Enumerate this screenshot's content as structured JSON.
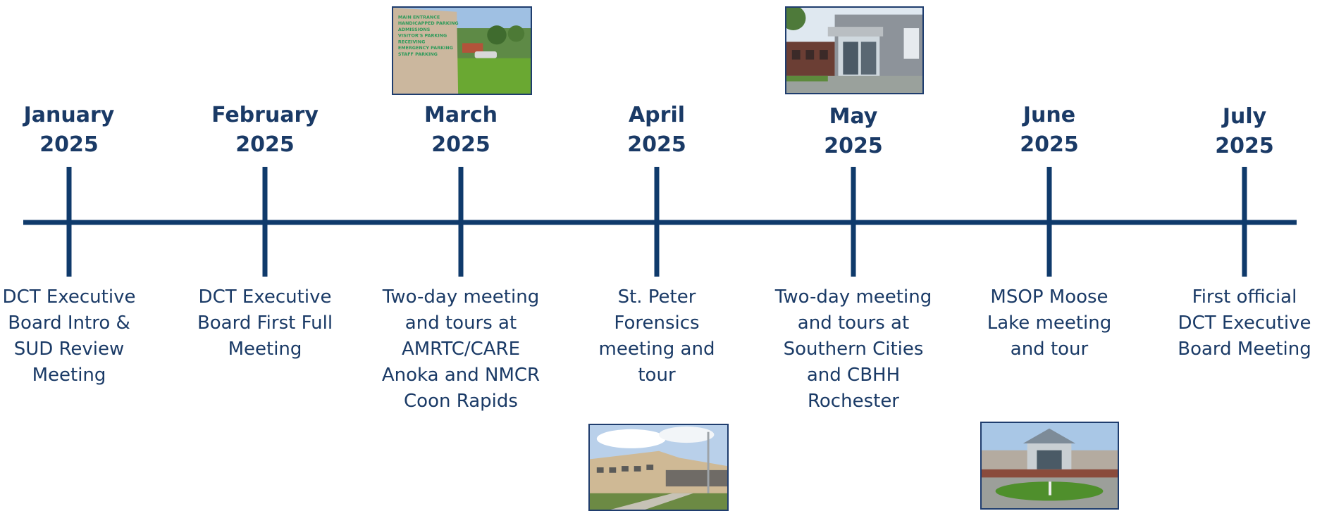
{
  "colors": {
    "line": "#0f3a6b",
    "text": "#1a3a66",
    "photo_border": "#1f3d6e"
  },
  "milestones": [
    {
      "month": "January",
      "year": "2025",
      "event_lines": [
        "DCT Executive",
        "Board Intro &",
        "SUD Review",
        "Meeting"
      ]
    },
    {
      "month": "February",
      "year": "2025",
      "event_lines": [
        "DCT Executive",
        "Board First Full",
        "Meeting"
      ]
    },
    {
      "month": "March",
      "year": "2025",
      "event_lines": [
        "Two-day meeting",
        "and tours at",
        "AMRTC/CARE",
        "Anoka and NMCR",
        "Coon Rapids"
      ]
    },
    {
      "month": "April",
      "year": "2025",
      "event_lines": [
        "St. Peter",
        "Forensics",
        "meeting and",
        "tour"
      ]
    },
    {
      "month": "May",
      "year": "2025",
      "event_lines": [
        "Two-day meeting",
        "and tours at",
        "Southern Cities",
        "and CBHH",
        "Rochester"
      ]
    },
    {
      "month": "June",
      "year": "2025",
      "event_lines": [
        "MSOP Moose",
        "Lake meeting",
        "and tour"
      ]
    },
    {
      "month": "July",
      "year": "2025",
      "event_lines": [
        "First official",
        "DCT Executive",
        "Board Meeting"
      ]
    }
  ],
  "photos": [
    {
      "name": "march-sign-photo",
      "milestone": "March",
      "sign_lines": [
        "MAIN ENTRANCE",
        "HANDICAPPED PARKING",
        "ADMISSIONS",
        "VISITOR'S PARKING",
        "RECEIVING",
        "EMERGENCY PARKING",
        "STAFF PARKING"
      ]
    },
    {
      "name": "may-building-photo",
      "milestone": "May"
    },
    {
      "name": "april-building-photo",
      "milestone": "April"
    },
    {
      "name": "june-building-photo",
      "milestone": "June"
    }
  ]
}
